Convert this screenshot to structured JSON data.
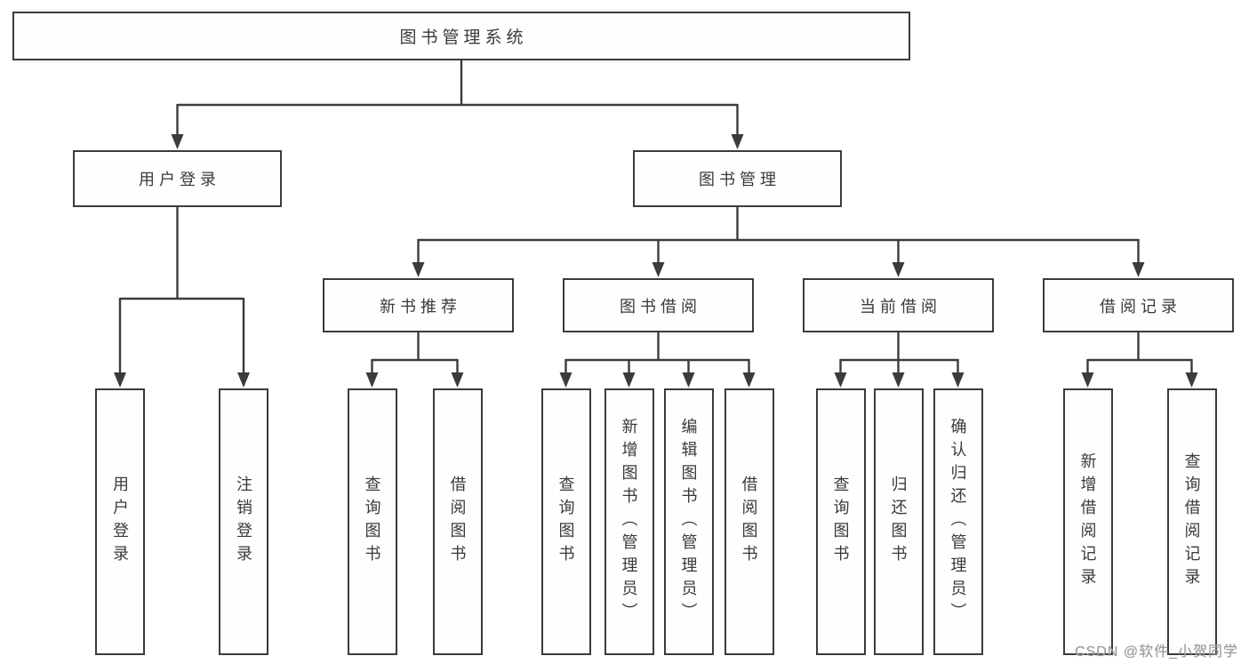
{
  "diagram": {
    "watermark": "CSDN @软件_小贺同学",
    "colors": {
      "line": "#3b3b3b",
      "box_border": "#3b3b3b",
      "text": "#3a3a3a",
      "watermark_text": "#9a9a9a",
      "background": "#ffffff"
    },
    "tree": {
      "label": "图书管理系统",
      "children": [
        {
          "label": "用户登录",
          "children": [
            {
              "label": "用户登录"
            },
            {
              "label": "注销登录"
            }
          ]
        },
        {
          "label": "图书管理",
          "children": [
            {
              "label": "新书推荐",
              "children": [
                {
                  "label": "查询图书"
                },
                {
                  "label": "借阅图书"
                }
              ]
            },
            {
              "label": "图书借阅",
              "children": [
                {
                  "label": "查询图书"
                },
                {
                  "label": "新增图书（管理员）"
                },
                {
                  "label": "编辑图书（管理员）"
                },
                {
                  "label": "借阅图书"
                }
              ]
            },
            {
              "label": "当前借阅",
              "children": [
                {
                  "label": "查询图书"
                },
                {
                  "label": "归还图书"
                },
                {
                  "label": "确认归还（管理员）"
                }
              ]
            },
            {
              "label": "借阅记录",
              "children": [
                {
                  "label": "新增借阅记录"
                },
                {
                  "label": "查询借阅记录"
                }
              ]
            }
          ]
        }
      ]
    }
  }
}
